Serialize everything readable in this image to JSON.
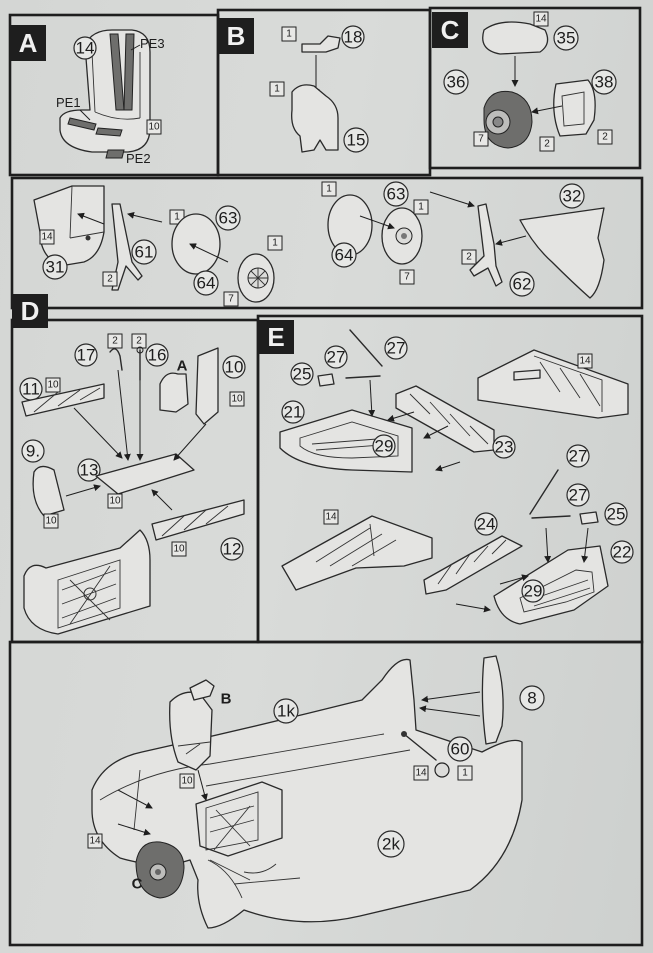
{
  "sections": {
    "A": {
      "tag": "A",
      "parts": [
        "14",
        "PE3",
        "PE1",
        "10",
        "PE2"
      ]
    },
    "B": {
      "tag": "B",
      "parts": [
        "1",
        "18",
        "1",
        "15"
      ]
    },
    "C": {
      "tag": "C",
      "parts": [
        "14",
        "35",
        "36",
        "38",
        "7",
        "2",
        "2"
      ]
    },
    "wheels": {
      "left": [
        "14",
        "1",
        "63",
        "61",
        "31",
        "2",
        "1",
        "64",
        "7"
      ],
      "right": [
        "1",
        "63",
        "1",
        "32",
        "64",
        "7",
        "2",
        "62"
      ]
    },
    "D": {
      "tag": "D",
      "parts": [
        "2",
        "2",
        "17",
        "16",
        "A",
        "10",
        "11",
        "10",
        "10",
        "9.",
        "13",
        "10",
        "10",
        "10",
        "12"
      ]
    },
    "E": {
      "tag": "E",
      "parts": [
        "27",
        "27",
        "25",
        "21",
        "29",
        "23",
        "14",
        "14",
        "27",
        "27",
        "25",
        "24",
        "22",
        "29"
      ]
    },
    "final": {
      "parts": [
        "B",
        "1k",
        "8",
        "60",
        "14",
        "1",
        "10",
        "14",
        "C",
        "2k"
      ]
    }
  }
}
